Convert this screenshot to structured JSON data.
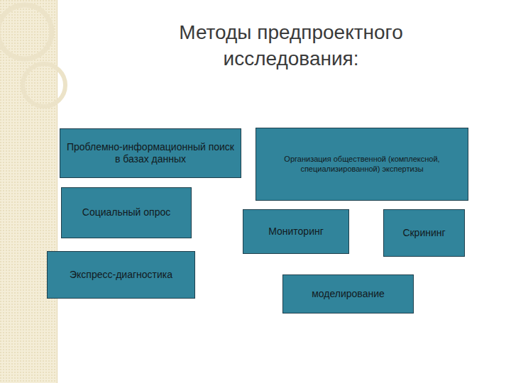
{
  "diagram": {
    "title": "Методы предпроектного исследования:",
    "nodes": [
      {
        "text": [
          "Проблемно-информационный поиск в базах данных"
        ]
      },
      {
        "text": [
          "Организация общественной (комплексной, специализированной) экспертизы"
        ]
      },
      {
        "text": [
          "Социальный опрос"
        ]
      },
      {
        "text": [
          "Мониторинг"
        ]
      },
      {
        "text": [
          "Скрининг"
        ]
      },
      {
        "text": [
          "Экспресс-диагностика"
        ]
      },
      {
        "text": [
          "моделирование"
        ]
      }
    ],
    "edges": []
  }
}
